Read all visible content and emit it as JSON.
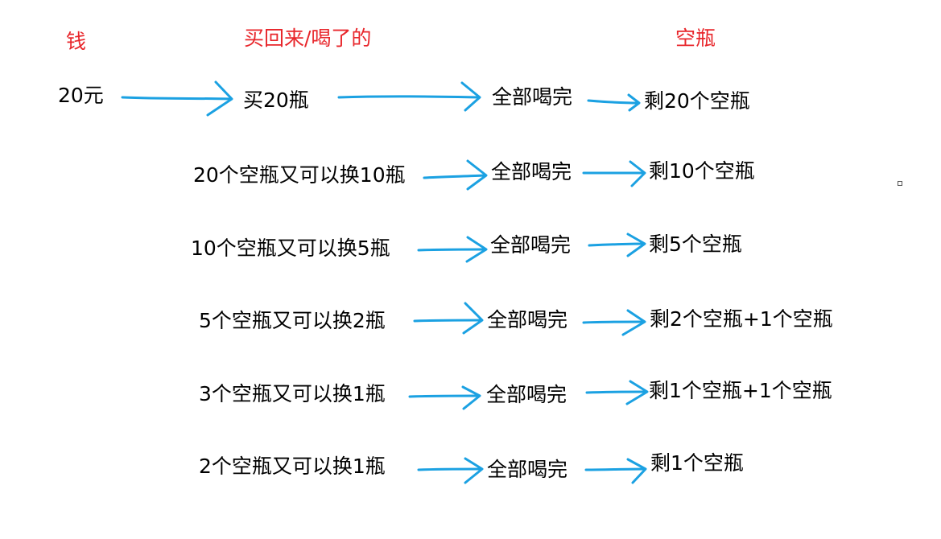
{
  "colors": {
    "header": "#e8262b",
    "arrow": "#1ba1e2",
    "text": "#000000"
  },
  "headers": {
    "money": "钱",
    "bought": "买回来/喝了的",
    "empty": "空瓶"
  },
  "money": "20元",
  "rows": [
    {
      "source": "买20瓶",
      "action": "全部喝完",
      "result": "剩20个空瓶"
    },
    {
      "source": "20个空瓶又可以换10瓶",
      "action": "全部喝完",
      "result": "剩10个空瓶"
    },
    {
      "source": "10个空瓶又可以换5瓶",
      "action": "全部喝完",
      "result": "剩5个空瓶"
    },
    {
      "source": "5个空瓶又可以换2瓶",
      "action": "全部喝完",
      "result": "剩2个空瓶+1个空瓶"
    },
    {
      "source": "3个空瓶又可以换1瓶",
      "action": "全部喝完",
      "result": "剩1个空瓶+1个空瓶"
    },
    {
      "source": "2个空瓶又可以换1瓶",
      "action": "全部喝完",
      "result": "剩1个空瓶"
    }
  ]
}
